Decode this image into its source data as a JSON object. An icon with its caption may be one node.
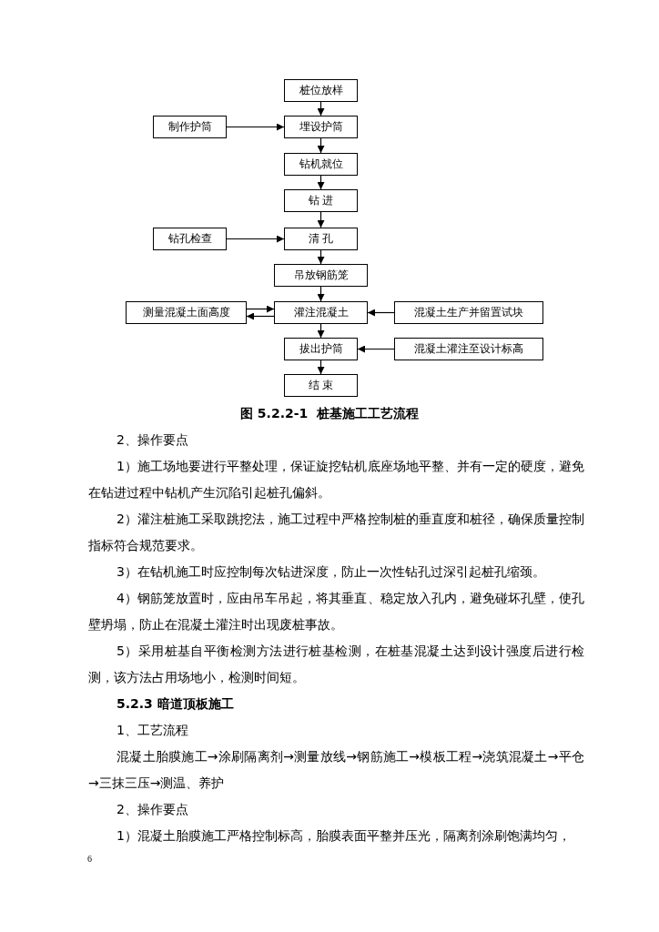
{
  "diagram": {
    "caption": "图 5.2.2-1  桩基施工工艺流程",
    "nodes": [
      {
        "text": [
          "桩位放样"
        ]
      },
      {
        "text": [
          "制作护筒"
        ]
      },
      {
        "text": [
          "埋设护筒"
        ]
      },
      {
        "text": [
          "钻机就位"
        ]
      },
      {
        "text": [
          "钻 进"
        ]
      },
      {
        "text": [
          "钻孔检查"
        ]
      },
      {
        "text": [
          "清 孔"
        ]
      },
      {
        "text": [
          "吊放钢筋笼"
        ]
      },
      {
        "text": [
          "测量混凝土面高度"
        ]
      },
      {
        "text": [
          "灌注混凝土"
        ]
      },
      {
        "text": [
          "混凝土生产并留置试块"
        ]
      },
      {
        "text": [
          "拔出护筒"
        ]
      },
      {
        "text": [
          "混凝土灌注至设计标高"
        ]
      },
      {
        "text": [
          "结 束"
        ]
      }
    ],
    "edges": [
      {
        "from": 0,
        "to": 2,
        "arrow": "to"
      },
      {
        "from": 1,
        "to": 2,
        "arrow": "to"
      },
      {
        "from": 2,
        "to": 3,
        "arrow": "to"
      },
      {
        "from": 3,
        "to": 4,
        "arrow": "to"
      },
      {
        "from": 4,
        "to": 6,
        "arrow": "to"
      },
      {
        "from": 5,
        "to": 6,
        "arrow": "to"
      },
      {
        "from": 6,
        "to": 7,
        "arrow": "to"
      },
      {
        "from": 7,
        "to": 9,
        "arrow": "to"
      },
      {
        "from": 8,
        "to": 9,
        "arrow": "to"
      },
      {
        "from": 9,
        "to": 8,
        "arrow": "to"
      },
      {
        "from": 10,
        "to": 9,
        "arrow": "to"
      },
      {
        "from": 9,
        "to": 11,
        "arrow": "to"
      },
      {
        "from": 12,
        "to": 11,
        "arrow": "to"
      },
      {
        "from": 11,
        "to": 13,
        "arrow": "to"
      }
    ],
    "labels": [
      "2、操作要点",
      "1）施工场地要进行平整处理，保证旋挖钻机底座场地平整、并有一定的硬度，避免在钻进过程中钻机产生沉陷引起桩孔偏斜。",
      "2）灌注桩施工采取跳挖法，施工过程中严格控制桩的垂直度和桩径，确保质量控制指标符合规范要求。",
      "3）在钻机施工时应控制每次钻进深度，防止一次性钻孔过深引起桩孔缩颈。",
      "4）钢筋笼放置时，应由吊车吊起，将其垂直、稳定放入孔内，避免碰坏孔壁，使孔壁坍塌，防止在混凝土灌注时出现废桩事故。",
      "5）采用桩基自平衡检测方法进行桩基检测，在桩基混凝土达到设计强度后进行检测，该方法占用场地小，检测时间短。",
      "5.2.3 暗道顶板施工",
      "1、工艺流程",
      "混凝土胎膜施工→涂刷隔离剂→测量放线→钢筋施工→模板工程→浇筑混凝土→平仓→三抹三压→测温、养护",
      "2、操作要点",
      "1）混凝土胎膜施工严格控制标高，胎膜表面平整并压光，隔离剂涂刷饱满均匀，",
      "6"
    ]
  }
}
